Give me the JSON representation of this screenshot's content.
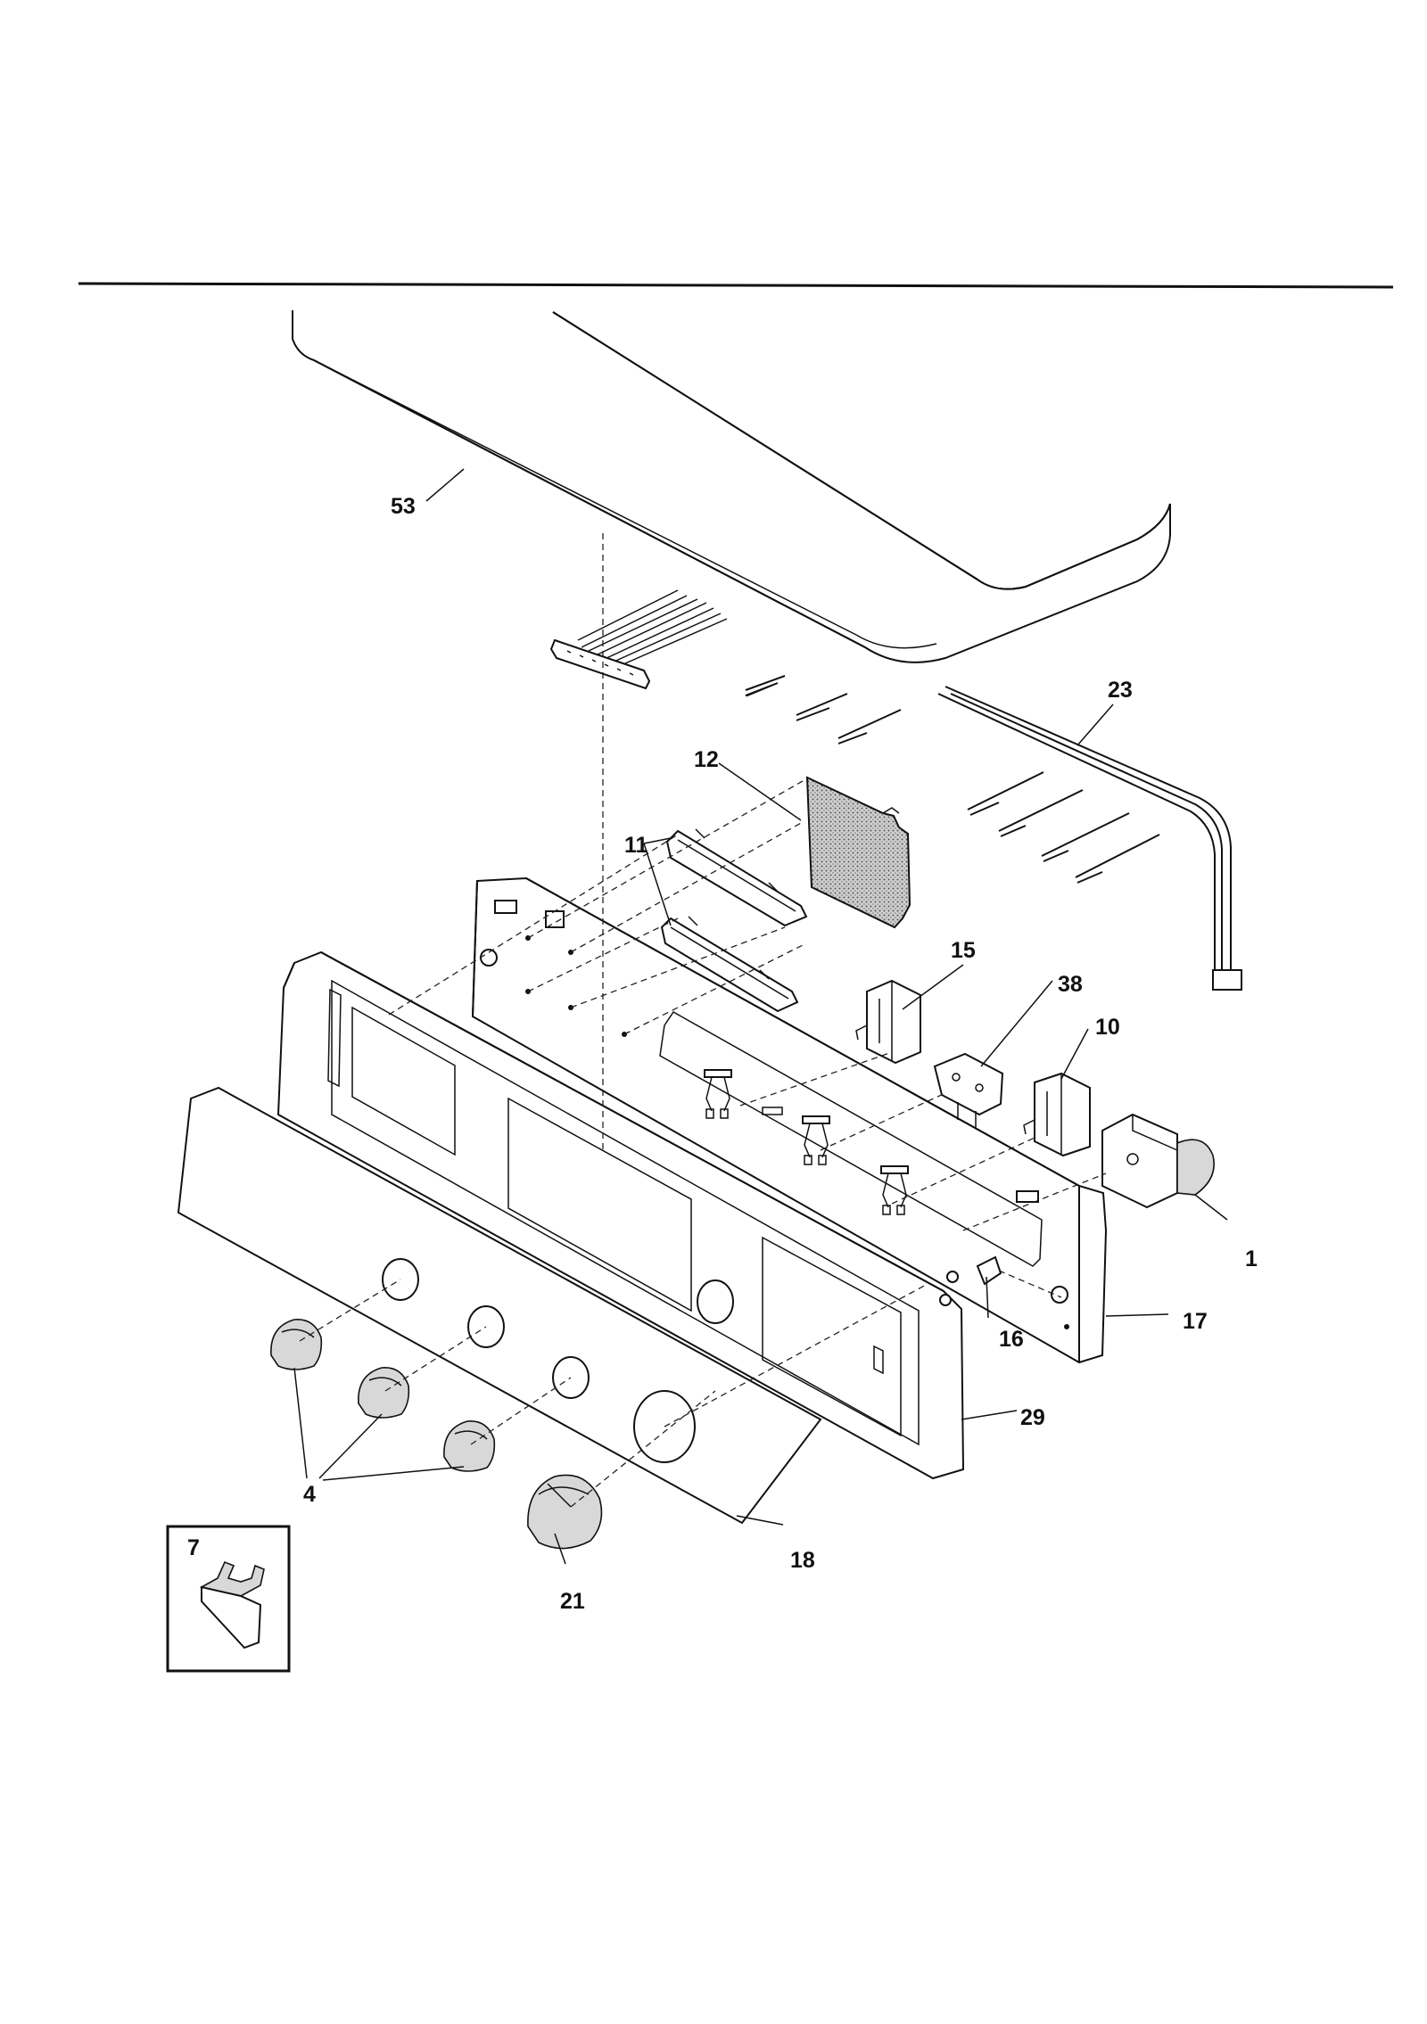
{
  "callouts": {
    "c53": "53",
    "c23": "23",
    "c12": "12",
    "c11": "11",
    "c15": "15",
    "c38": "38",
    "c10": "10",
    "c1": "1",
    "c17": "17",
    "c16": "16",
    "c29": "29",
    "c4": "4",
    "c7": "7",
    "c18": "18",
    "c21": "21"
  },
  "colors": {
    "line": "#111111",
    "background": "#ffffff",
    "shading": "#d8d8d8"
  }
}
